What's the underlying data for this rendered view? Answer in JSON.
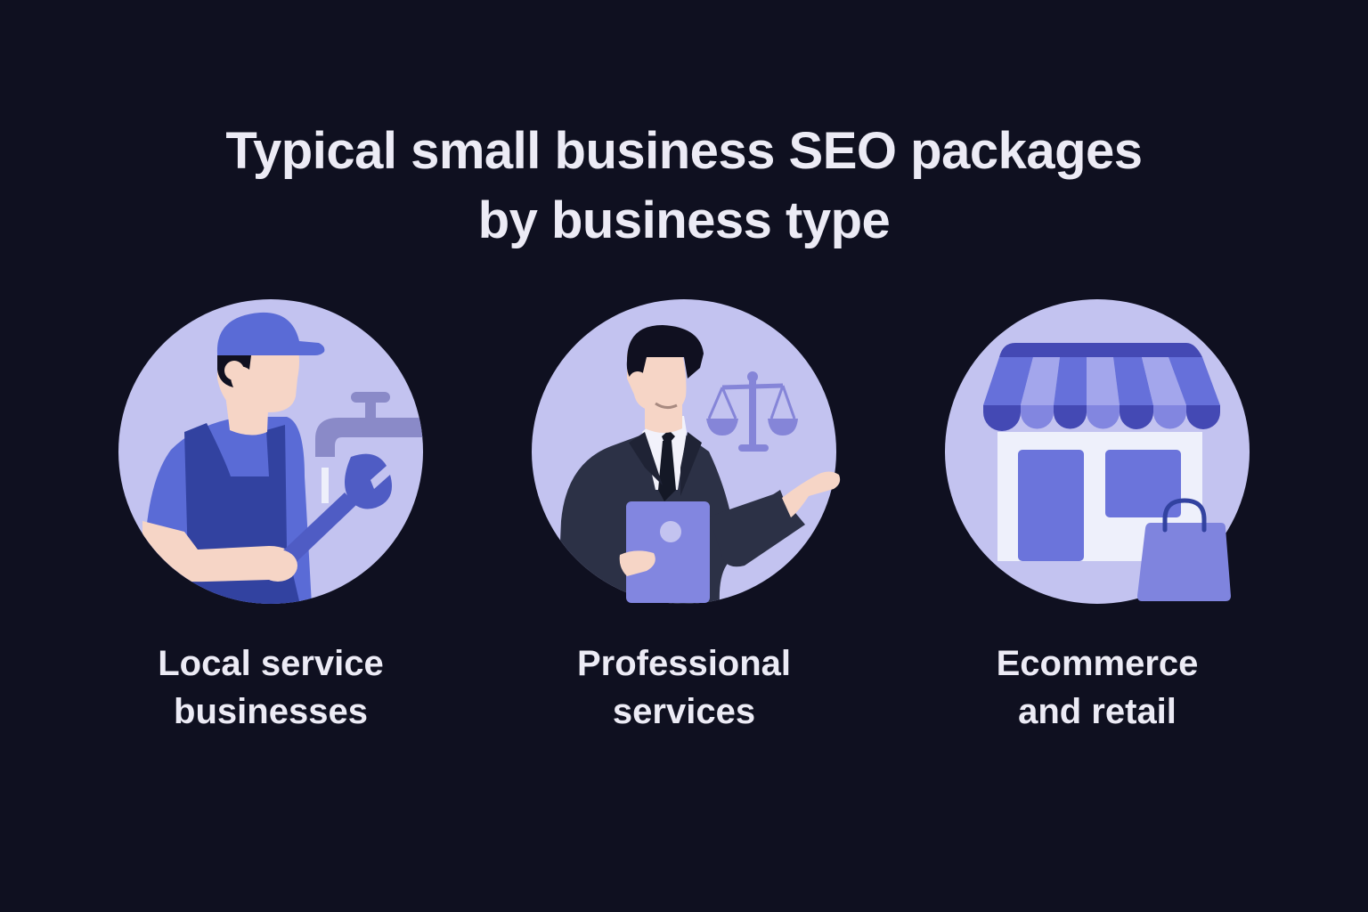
{
  "title": {
    "line1": "Typical small business SEO packages",
    "line2": "by business type"
  },
  "colors": {
    "background": "#0f1020",
    "circle": "#c3c3f0",
    "accent": "#5a6bd6",
    "accent_dark": "#3242a0",
    "text": "#ecebf5"
  },
  "categories": [
    {
      "icon": "plumber-icon",
      "label_line1": "Local service",
      "label_line2": "businesses"
    },
    {
      "icon": "lawyer-icon",
      "label_line1": "Professional",
      "label_line2": "services"
    },
    {
      "icon": "storefront-icon",
      "label_line1": "Ecommerce",
      "label_line2": "and retail"
    }
  ]
}
